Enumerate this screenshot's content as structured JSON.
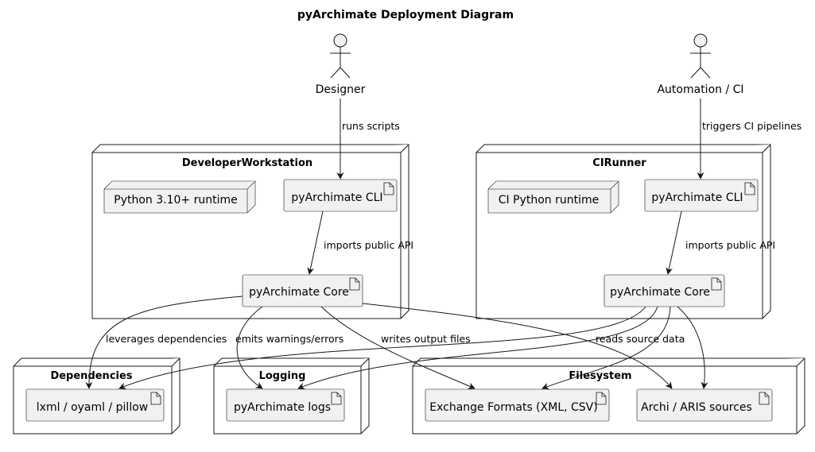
{
  "title": "pyArchimate Deployment Diagram",
  "actors": {
    "designer": "Designer",
    "automation": "Automation / CI"
  },
  "nodes": {
    "dev": {
      "title": "DeveloperWorkstation",
      "runtime": "Python 3.10+ runtime",
      "cli": "pyArchimate CLI",
      "core": "pyArchimate Core"
    },
    "ci": {
      "title": "CIRunner",
      "runtime": "CI Python runtime",
      "cli": "pyArchimate CLI",
      "core": "pyArchimate Core"
    },
    "deps": {
      "title": "Dependencies",
      "artifact": "lxml / oyaml / pillow"
    },
    "logging": {
      "title": "Logging",
      "artifact": "pyArchimate logs"
    },
    "fs": {
      "title": "Filesystem",
      "exchange": "Exchange Formats (XML, CSV)",
      "sources": "Archi / ARIS sources"
    }
  },
  "edges": {
    "runs_scripts": "runs scripts",
    "triggers_ci": "triggers CI pipelines",
    "imports_dev": "imports public API",
    "imports_ci": "imports public API",
    "leverages": "leverages dependencies",
    "emits": "emits warnings/errors",
    "writes": "writes output files",
    "reads": "reads source data"
  }
}
